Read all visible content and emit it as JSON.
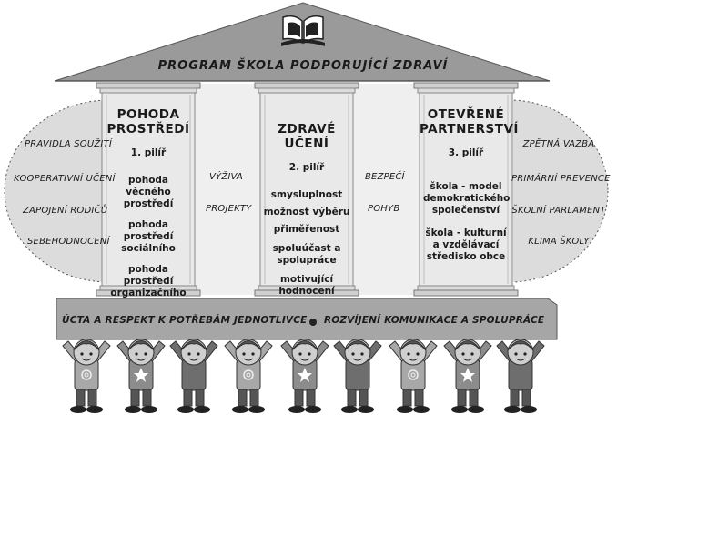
{
  "title": "PROGRAM ŠKOLA PODPORUJÍCÍ ZDRAVÍ",
  "left_items": [
    "PRAVIDLA SOUŽITÍ",
    "KOOPERATIVNÍ UČENÍ",
    "ZAPOJENÍ RODIČŮ",
    "SEBEHODNOCENÍ"
  ],
  "right_items": [
    "ZPĚTNÁ VAZBA",
    "PRIMÁRNÍ PREVENCE",
    "ŠKOLNÍ PARLAMENT",
    "KLIMA ŠKOLY"
  ],
  "gap_left": [
    "VÝŽIVA",
    "PROJEKTY"
  ],
  "gap_right": [
    "BEZPEČÍ",
    "POHYB"
  ],
  "pillars": [
    {
      "heading": [
        "POHODA",
        "PROSTŘEDÍ"
      ],
      "number": "1. pilíř",
      "items": [
        "pohoda věcného prostředí",
        "pohoda prostředí sociálního",
        "pohoda prostředí organizačního"
      ]
    },
    {
      "heading": [
        "ZDRAVÉ UČENÍ"
      ],
      "number": "2. pilíř",
      "items": [
        "smysluplnost",
        "možnost výběru",
        "přiměřenost",
        "spoluúčast a spolupráce",
        "motivující hodnocení"
      ]
    },
    {
      "heading": [
        "OTEVŘENÉ",
        "PARTNERSTVÍ"
      ],
      "number": "3. pilíř",
      "items": [
        "škola - model demokratického společenství",
        "škola - kulturní a vzdělávací středisko obce"
      ]
    }
  ],
  "base_left": "ÚCTA A RESPEKT K POTŘEBÁM JEDNOTLIVCE",
  "base_right": "ROZVÍJENÍ KOMUNIKACE A SPOLUPRÁCE",
  "colors": {
    "roof": "#9a9a9a",
    "base": "#a6a6a6",
    "pillar": "#e9e9e9",
    "ellipse": "#dcdcdc",
    "text": "#1a1a1a"
  }
}
